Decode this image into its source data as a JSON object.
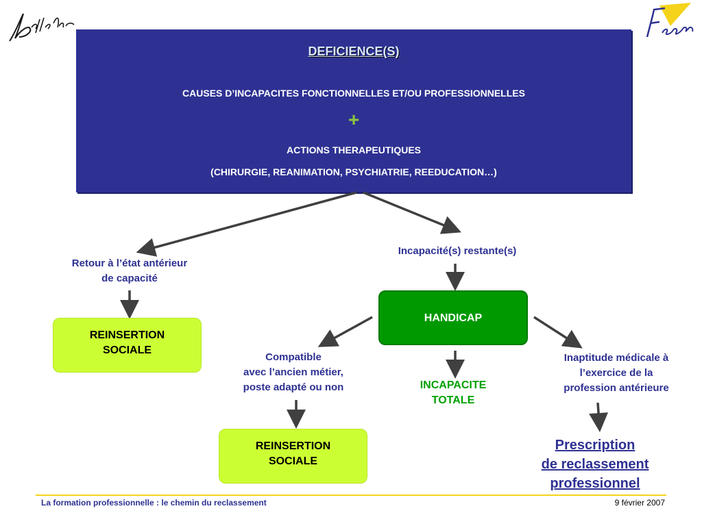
{
  "logos": {
    "left": "Belle Alliance",
    "right": "Fagerh"
  },
  "main_box": {
    "title": "DEFICIENCE(S)",
    "line1": "CAUSES D’INCAPACITES FONCTIONNELLES ET/OU PROFESSIONNELLES",
    "plus": "+",
    "line2": "ACTIONS THERAPEUTIQUES",
    "line3": "(CHIRURGIE, REANIMATION, PSYCHIATRIE, REEDUCATION…)"
  },
  "left_branch": {
    "label_line1": "Retour à l’état antérieur",
    "label_line2": "de capacité",
    "box_line1": "REINSERTION",
    "box_line2": "SOCIALE"
  },
  "right_branch": {
    "label": "Incapacité(s) restante(s)",
    "handicap": "HANDICAP"
  },
  "compatible": {
    "line1": "Compatible",
    "line2": "avec l’ancien métier,",
    "line3": "poste adapté ou non",
    "box_line1": "REINSERTION",
    "box_line2": "SOCIALE"
  },
  "incapacite_totale": {
    "line1": "INCAPACITE",
    "line2": "TOTALE"
  },
  "inaptitude": {
    "line1": "Inaptitude médicale à",
    "line2": "l’exercice de la",
    "line3": "profession antérieure"
  },
  "prescription": {
    "line1": "Prescription",
    "line2": "de reclassement",
    "line3": "professionnel"
  },
  "footer": {
    "left": "La formation professionnelle : le chemin du reclassement",
    "right": "9 février 2007"
  },
  "colors": {
    "main_box": "#2e3192",
    "lime_box": "#ccff33",
    "handicap_box": "#009900",
    "label_text": "#2e3192",
    "arrow": "#404040",
    "footer_line": "#f5d31a"
  }
}
